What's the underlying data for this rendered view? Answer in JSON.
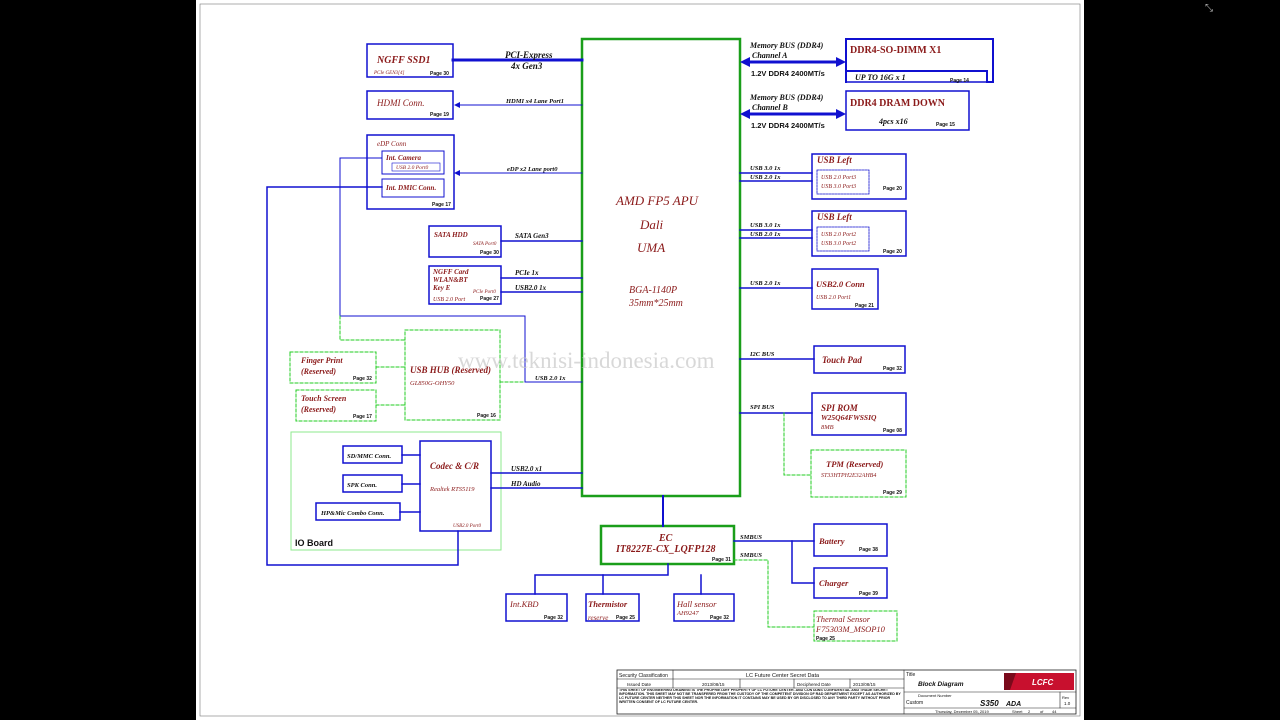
{
  "apu": {
    "line1": "AMD FP5 APU",
    "line2": "Dali",
    "line3": "UMA",
    "package": "BGA-1140P",
    "size": "35mm*25mm"
  },
  "ec": {
    "title": "EC",
    "part": "IT8227E-CX_LQFP128",
    "page": "Page 31"
  },
  "left": {
    "ssd": {
      "title": "NGFF   SSD1",
      "sub": "PCIe GEN3[4]",
      "page": "Page 30",
      "bus1": "PCI-Express",
      "bus2": "4x Gen3"
    },
    "hdmi": {
      "title": "HDMI Conn.",
      "page": "Page 19",
      "bus": "HDMI x4 Lane Port1"
    },
    "edp": {
      "title": "eDP Conn",
      "cam": "Int. Camera",
      "cam_sub": "USB 2.0 Port0",
      "dmic": "Int. DMIC Conn.",
      "page": "Page 17",
      "bus": "eDP x2 Lane port0"
    },
    "sata": {
      "title": "SATA HDD",
      "sub": "SATA Port0",
      "page": "Page 30",
      "bus": "SATA Gen3"
    },
    "ngff": {
      "title1": "NGFF Card",
      "title2": "WLAN&BT",
      "title3": "Key E",
      "sub1": "PCIe Port0",
      "sub2": "USB 2.0 Port",
      "page": "Page 27",
      "bus1": "PCIe 1x",
      "bus2": "USB2.0 1x"
    },
    "usbhub": {
      "title": "USB HUB (Reserved)",
      "part": "GL850G-OHY50",
      "page": "Page 16",
      "bus": "USB 2.0 1x"
    },
    "finger": {
      "title1": "Finger Print",
      "title2": "(Reserved)",
      "page": "Page 32"
    },
    "touch": {
      "title1": "Touch Screen",
      "title2": "(Reserved)",
      "page": "Page 17"
    },
    "codec": {
      "title": "Codec & C/R",
      "part": "Realtek RTS5119",
      "sub": "USB2.0 Port0",
      "bus1": "USB2.0 x1",
      "bus2": "HD Audio"
    },
    "sdmmc": {
      "title": "SD/MMC Conn."
    },
    "spk": {
      "title": "SPK Conn."
    },
    "hpmic": {
      "title": "HP&Mic Combo Conn."
    },
    "ioboard": "IO Board"
  },
  "right": {
    "dimm": {
      "title": "DDR4-SO-DIMM X1",
      "sub": "UP TO 16G x 1",
      "page": "Page 14",
      "bus1": "Memory BUS (DDR4)",
      "bus2": "Channel A",
      "speed": "1.2V DDR4 2400MT/s"
    },
    "dram": {
      "title": "DDR4 DRAM DOWN",
      "sub": "4pcs x16",
      "page": "Page 15",
      "bus1": "Memory BUS (DDR4)",
      "bus2": "Channel B",
      "speed": "1.2V DDR4 2400MT/s"
    },
    "usbleft1": {
      "title": "USB Left",
      "p1": "USB 2.0 Port3",
      "p2": "USB 3.0 Port3",
      "page": "Page 20",
      "bus1": "USB 3.0 1x",
      "bus2": "USB 2.0 1x"
    },
    "usbleft2": {
      "title": "USB Left",
      "p1": "USB 2.0 Port2",
      "p2": "USB 3.0 Port2",
      "page": "Page 20",
      "bus1": "USB 3.0 1x",
      "bus2": "USB 2.0 1x"
    },
    "usb2conn": {
      "title": "USB2.0 Conn",
      "sub": "USB 2.0 Port1",
      "page": "Page 21",
      "bus": "USB 2.0 1x"
    },
    "touchpad": {
      "title": "Touch Pad",
      "page": "Page 32",
      "bus": "I2C BUS"
    },
    "spirom": {
      "title": "SPI ROM",
      "part": "W25Q64FWSSIQ",
      "size": "8MB",
      "page": "Page 08",
      "bus": "SPI BUS"
    },
    "tpm": {
      "title": "TPM (Reserved)",
      "part": "ST33HTPH2E32AHB4",
      "page": "Page 29"
    },
    "battery": {
      "title": "Battery",
      "page": "Page 38",
      "bus": "SMBUS"
    },
    "charger": {
      "title": "Charger",
      "page": "Page 39"
    },
    "thermal": {
      "title": "Thermal Sensor",
      "part": "F75303M_MSOP10",
      "page": "Page 25",
      "bus": "SMBUS"
    }
  },
  "bottom": {
    "kbd": {
      "title": "Int.KBD",
      "page": "Page 32"
    },
    "thermistor": {
      "title": "Thermistor",
      "sub": "reserve",
      "page": "Page 25"
    },
    "hall": {
      "title": "Hall sensor",
      "part": "AH9247",
      "page": "Page 32"
    }
  },
  "watermark": "www.teknisi-indonesia.com",
  "titleblock": {
    "sec_label": "Security Classification",
    "sec_value": "LC Future Center Secret Data",
    "issued_label": "Issued Date",
    "issued_value": "2013/08/15",
    "deciphered_label": "Deciphered Date",
    "deciphered_value": "2013/08/15",
    "notice": "THIS SHEET OF ENGINEERING DRAWING IS THE PROPRIETARY PROPERTY OF LC FUTURE CENTER. AND CONTAINS CONFIDENTIAL AND TRADE SECRET INFORMATION. THIS SHEET MAY NOT BE TRANSFERED FROM THE CUSTODY OF THE COMPETENT DIVISION OF R&D DEPARTMENT EXCEPT AS AUTHORIZED BY LC FUTURE CENTER NEITHER THIS SHEET NOR THE INFORMATION IT CONTAINS MAY BE USED BY OR DISCLOSED TO ANY THIRD PARTY WITHOUT PRIOR WRITTEN CONSENT OF LC FUTURE CENTER.",
    "title_label": "Title",
    "title": "Block Diagram",
    "docnum_label": "Document Number",
    "custom_label": "Custom",
    "model": "S350",
    "board": "ADA",
    "rev_label": "Rev",
    "rev": "1.0",
    "date": "Thursday, December 05, 2019",
    "sheet_label": "Sheet",
    "sheet": "2",
    "of_label": "of",
    "of": "44",
    "logo": "LCFC"
  },
  "colors": {
    "blue": "#1010d0",
    "green": "#1a9e1a",
    "dashed_green": "#22cc22",
    "red_text": "#8b1a1a"
  }
}
